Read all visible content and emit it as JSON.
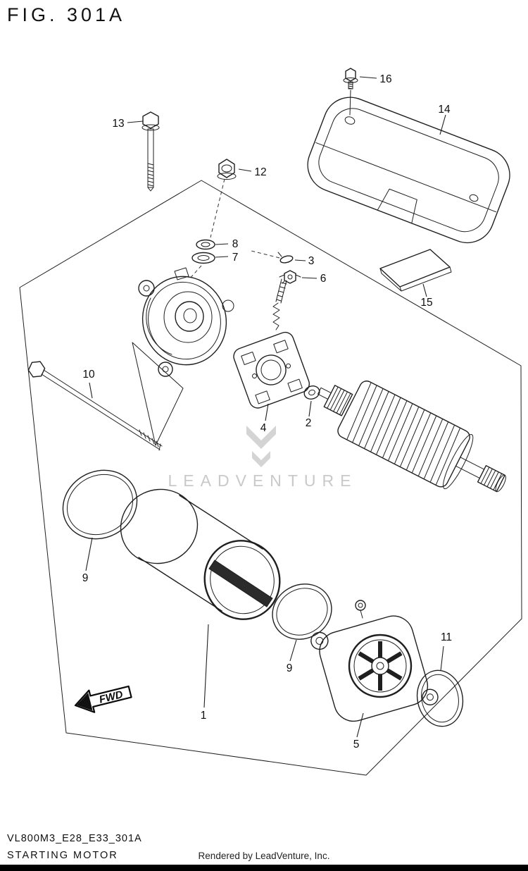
{
  "header": {
    "title": "FIG. 301A"
  },
  "diagram": {
    "watermark": "LEADVENTURE",
    "fwd_label": "FWD",
    "callouts": {
      "n1": {
        "label": "1"
      },
      "n2": {
        "label": "2"
      },
      "n3": {
        "label": "3"
      },
      "n4": {
        "label": "4"
      },
      "n5": {
        "label": "5"
      },
      "n6": {
        "label": "6"
      },
      "n7": {
        "label": "7"
      },
      "n8": {
        "label": "8"
      },
      "n9a": {
        "label": "9"
      },
      "n9b": {
        "label": "9"
      },
      "n10": {
        "label": "10"
      },
      "n11": {
        "label": "11"
      },
      "n12": {
        "label": "12"
      },
      "n13": {
        "label": "13"
      },
      "n14": {
        "label": "14"
      },
      "n15": {
        "label": "15"
      },
      "n16": {
        "label": "16"
      }
    }
  },
  "footer": {
    "code": "VL800M3_E28_E33_301A",
    "name": "STARTING MOTOR",
    "credit": "Rendered by LeadVenture, Inc."
  }
}
